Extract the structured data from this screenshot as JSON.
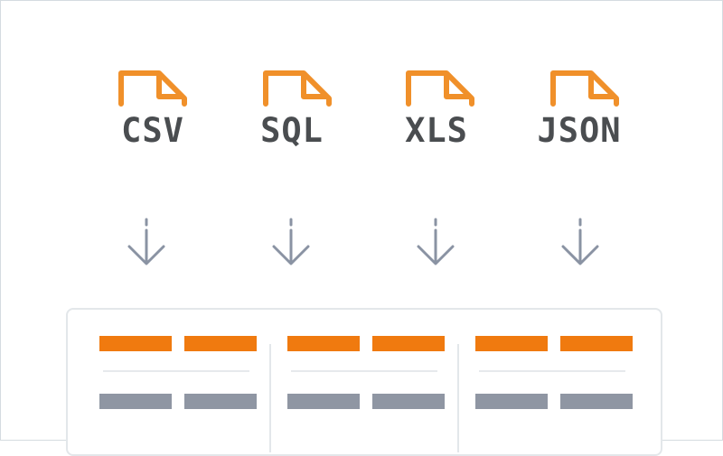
{
  "formats": [
    {
      "label": "CSV"
    },
    {
      "label": "SQL"
    },
    {
      "label": "XLS"
    },
    {
      "label": "JSON"
    }
  ],
  "colors": {
    "icon_orange": "#f0902a",
    "label_gray": "#4a4d50",
    "arrow_gray": "#8a93a3",
    "header_bar_orange": "#f07a0f",
    "row_bar_gray": "#8f96a3",
    "table_border": "#e3e7ea"
  },
  "icons": {
    "file": "file-icon",
    "arrow": "arrow-down-icon"
  },
  "table": {
    "columns": 3
  }
}
